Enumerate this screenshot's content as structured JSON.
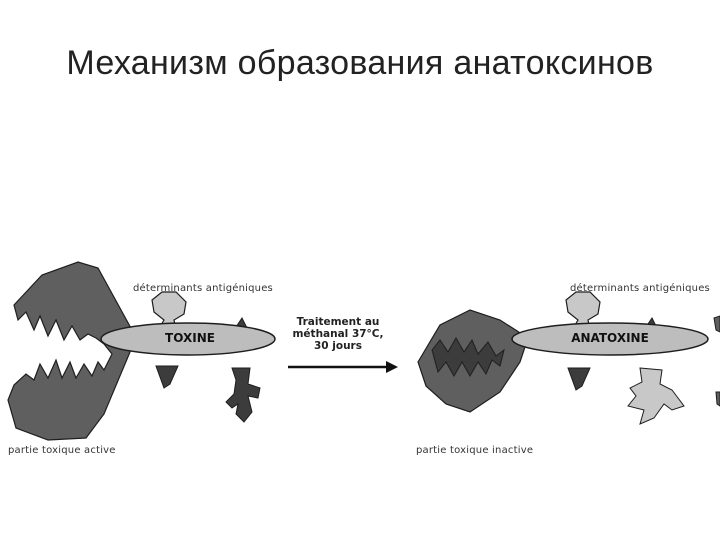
{
  "title": "Механизм образования анатоксинов",
  "labels": {
    "determinants_left": "déterminants antigéniques",
    "determinants_right": "déterminants antigéniques",
    "toxine": "TOXINE",
    "anatoxine": "ANATOXINE",
    "treatment_line1": "Traitement au",
    "treatment_line2": "méthanal 37°C,",
    "treatment_line3": "30 jours",
    "partie_active": "partie toxique active",
    "partie_inactive": "partie toxique inactive"
  },
  "colors": {
    "fill_dark": "#5f5f5f",
    "fill_darker": "#3c3c3c",
    "fill_light": "#c8c8c8",
    "ellipse": "#bdbdbd",
    "outline": "#1e1e1e"
  }
}
